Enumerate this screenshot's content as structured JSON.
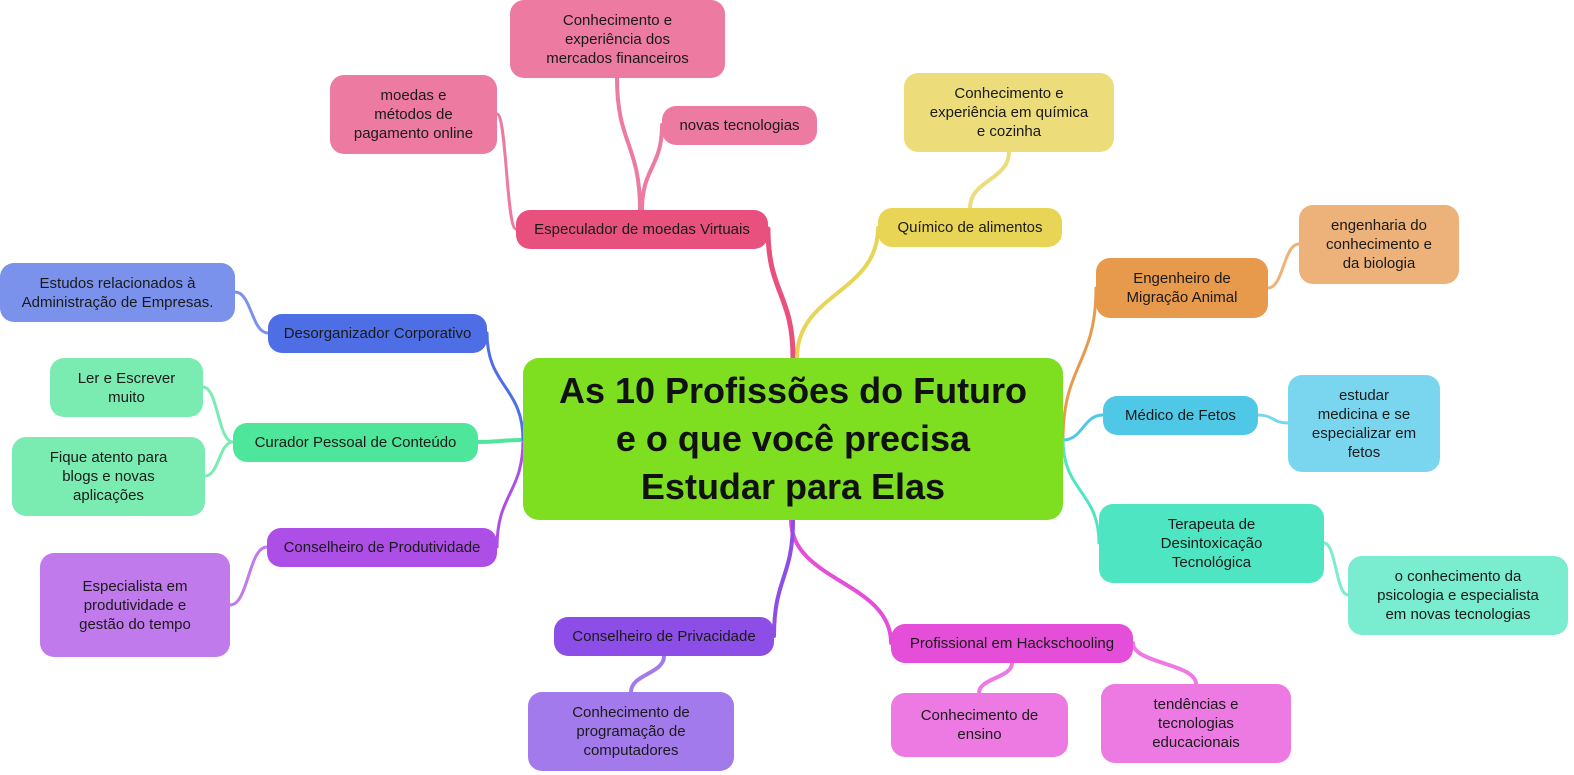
{
  "central": {
    "text": "As 10 Profissões do Futuro\ne o que você precisa\nEstudar para Elas",
    "color": "#7ddf20"
  },
  "branches": [
    {
      "id": "especulador",
      "label": "Especulador de moedas Virtuais",
      "color": "#e8507e",
      "children": [
        {
          "id": "esp-c1",
          "label": "Conhecimento e\nexperiência dos\nmercados financeiros",
          "color": "#ed7aa0"
        },
        {
          "id": "esp-c2",
          "label": "novas tecnologias",
          "color": "#ed7aa0"
        },
        {
          "id": "esp-c3",
          "label": "moedas e\nmétodos de\npagamento online",
          "color": "#ed7aa0"
        }
      ]
    },
    {
      "id": "quimico",
      "label": "Químico de alimentos",
      "color": "#e8d556",
      "children": [
        {
          "id": "qui-c1",
          "label": "Conhecimento e\nexperiência em química\ne cozinha",
          "color": "#ecdc7a"
        }
      ]
    },
    {
      "id": "engenheiro",
      "label": "Engenheiro de\nMigração Animal",
      "color": "#e89a4c",
      "children": [
        {
          "id": "eng-c1",
          "label": "engenharia do\nconhecimento e\nda biologia",
          "color": "#ecb27a"
        }
      ]
    },
    {
      "id": "medico",
      "label": "Médico de Fetos",
      "color": "#4ec8e6",
      "children": [
        {
          "id": "med-c1",
          "label": "estudar\nmedicina e se\nespecializar em\nfetos",
          "color": "#7ad6ee"
        }
      ]
    },
    {
      "id": "terapeuta",
      "label": "Terapeuta de\nDesintoxicação\nTecnológica",
      "color": "#4ee6c2",
      "children": [
        {
          "id": "ter-c1",
          "label": "o conhecimento da\npsicologia e especialista\nem novas tecnologias",
          "color": "#7aeccf"
        }
      ]
    },
    {
      "id": "hackschooling",
      "label": "Profissional em Hackschooling",
      "color": "#e54ed8",
      "children": [
        {
          "id": "hack-c1",
          "label": "Conhecimento de\nensino",
          "color": "#ec7ae2"
        },
        {
          "id": "hack-c2",
          "label": "tendências e\ntecnologias\neducacionais",
          "color": "#ec7ae2"
        }
      ]
    },
    {
      "id": "privacidade",
      "label": "Conselheiro de Privacidade",
      "color": "#8c4ee6",
      "children": [
        {
          "id": "priv-c1",
          "label": "Conhecimento de\nprogramação de\ncomputadores",
          "color": "#a37aec"
        }
      ]
    },
    {
      "id": "produtividade",
      "label": "Conselheiro de Produtividade",
      "color": "#ad4ee6",
      "children": [
        {
          "id": "prod-c1",
          "label": "Especialista em\nprodutividade e\ngestão do tempo",
          "color": "#c07aec"
        }
      ]
    },
    {
      "id": "curador",
      "label": "Curador Pessoal de Conteúdo",
      "color": "#4ee69a",
      "children": [
        {
          "id": "cur-c1",
          "label": "Ler e Escrever\nmuito",
          "color": "#7aecb2"
        },
        {
          "id": "cur-c2",
          "label": "Fique atento para\nblogs e novas\naplicações",
          "color": "#7aecb2"
        }
      ]
    },
    {
      "id": "desorganizador",
      "label": "Desorganizador Corporativo",
      "color": "#4e6ee6",
      "children": [
        {
          "id": "des-c1",
          "label": "Estudos relacionados à\nAdministração de Empresas.",
          "color": "#7a92ec"
        }
      ]
    }
  ]
}
